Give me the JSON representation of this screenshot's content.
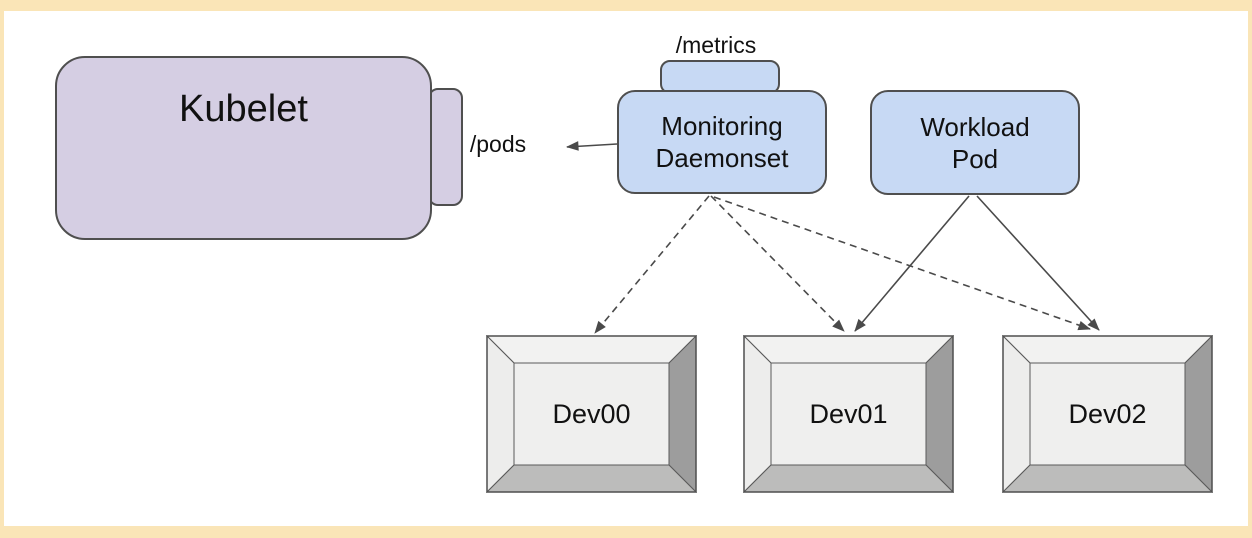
{
  "frame": {
    "border_color": "#FAE5B7"
  },
  "colors": {
    "canvas_bg": "#FFFFFF",
    "purple_fill": "#D5CEE3",
    "blue_fill": "#C7D9F4",
    "node_border": "#4F4F4F",
    "arrow": "#4A4A4A",
    "dev_face": "#EFEFEE",
    "dev_bevel_top": "#F2F2F1",
    "dev_bevel_left": "#EDEDEC",
    "dev_bevel_right": "#9D9D9D",
    "dev_bevel_bottom": "#BCBCBB"
  },
  "nodes": {
    "kubelet": {
      "label": "Kubelet"
    },
    "monitoring_daemonset": {
      "label": "Monitoring\nDaemonset"
    },
    "workload_pod": {
      "label": "Workload\nPod"
    },
    "pods_endpoint": {
      "label": "/pods"
    },
    "metrics_endpoint": {
      "label": "/metrics"
    }
  },
  "devices": [
    {
      "label": "Dev00"
    },
    {
      "label": "Dev01"
    },
    {
      "label": "Dev02"
    }
  ],
  "edges": [
    {
      "from": "Monitoring Daemonset",
      "to": "Kubelet /pods",
      "style": "solid-arrow"
    },
    {
      "from": "Monitoring Daemonset",
      "to": "Dev00",
      "style": "dashed-arrow"
    },
    {
      "from": "Monitoring Daemonset",
      "to": "Dev01",
      "style": "dashed-arrow"
    },
    {
      "from": "Monitoring Daemonset",
      "to": "Dev02",
      "style": "dashed-arrow"
    },
    {
      "from": "Workload Pod",
      "to": "Dev01",
      "style": "solid-arrow"
    },
    {
      "from": "Workload Pod",
      "to": "Dev02",
      "style": "solid-arrow"
    }
  ]
}
